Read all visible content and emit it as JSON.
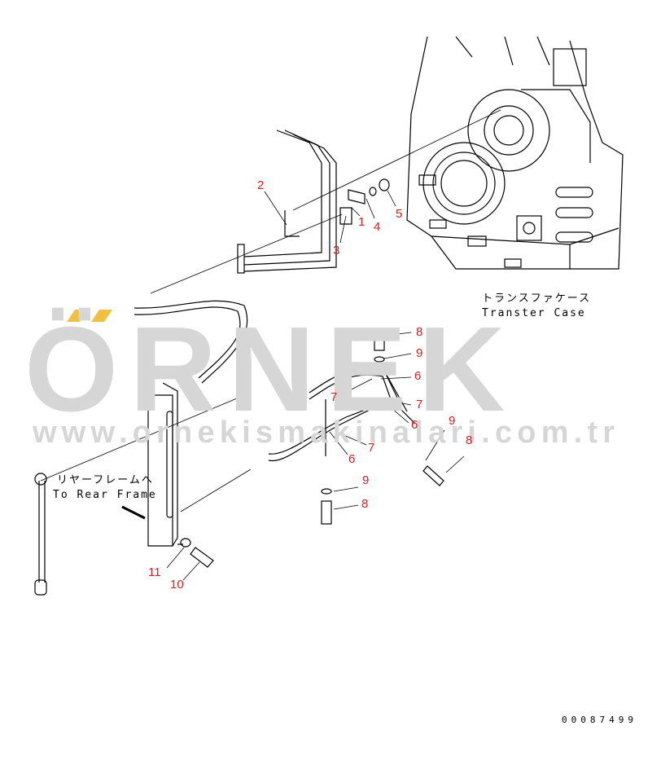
{
  "watermark": {
    "brand": "ÖRNEK",
    "url": "www.ornekismakinalari.com.tr",
    "accent_color": "#f0c040",
    "text_color": "#d6d6d6"
  },
  "labels": {
    "transfer_case_jp": "トランスファケース",
    "transfer_case_en": "Transter Case",
    "rear_frame_jp": "リヤーフレームへ",
    "rear_frame_en": "To Rear Frame"
  },
  "callouts": [
    "2",
    "1",
    "4",
    "5",
    "3",
    "8",
    "9",
    "6",
    "7",
    "7",
    "6",
    "9",
    "8",
    "7",
    "6",
    "9",
    "8",
    "11",
    "10"
  ],
  "callout_color": "#d42020",
  "drawing_number": "00087499"
}
